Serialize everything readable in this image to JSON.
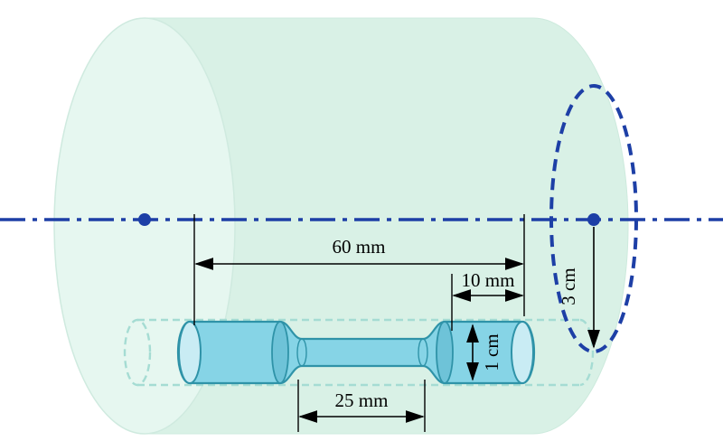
{
  "diagram": {
    "labels": {
      "outer_length": "60 mm",
      "grip_section": "10 mm",
      "radius_to_axis": "3 cm",
      "grip_diameter": "1 cm",
      "gauge_length": "25 mm"
    },
    "colors": {
      "axis_blue": "#1d3fa6",
      "cylinder_fill": "#d9f1e6",
      "cylinder_cap_fill": "#e6f7f0",
      "ghost_cylinder_dash": "#a5dcd3",
      "specimen_fill": "#86d4e6",
      "specimen_outline": "#2f93a8",
      "specimen_cap_fill": "#c9ecf4",
      "dimension_color": "#000000"
    }
  }
}
